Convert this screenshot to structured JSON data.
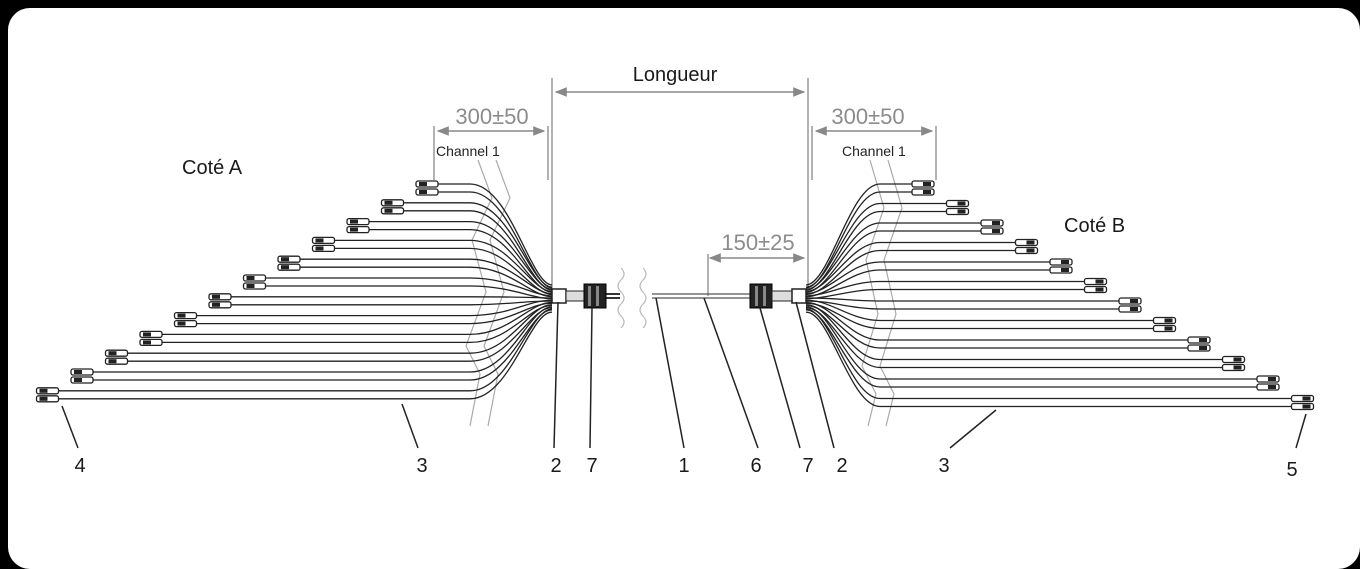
{
  "labels": {
    "length": "Longueur",
    "side_a": "Coté A",
    "side_b": "Coté B",
    "channel_left": "Channel 1",
    "channel_right": "Channel 1",
    "dim_left": "300±50",
    "dim_right": "300±50",
    "dim_boot": "150±25"
  },
  "callouts": [
    "4",
    "3",
    "2",
    "7",
    "1",
    "6",
    "7",
    "2",
    "3",
    "5"
  ],
  "fiber_count": 12
}
